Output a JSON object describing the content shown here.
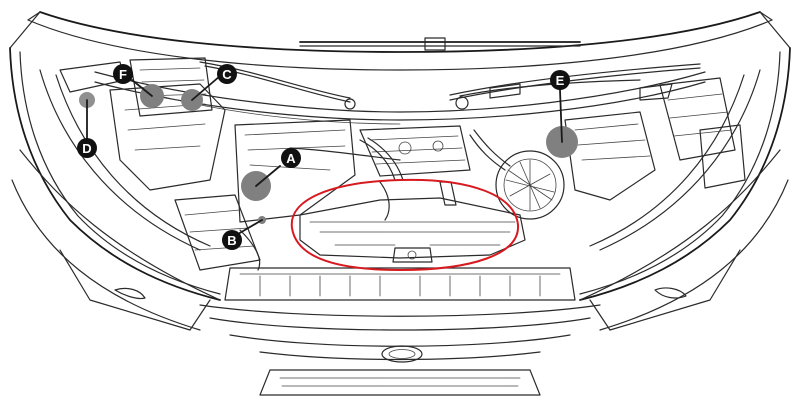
{
  "diagram": {
    "callout_labels": {
      "A": "A",
      "B": "B",
      "C": "C",
      "D": "D",
      "E": "E",
      "F": "F"
    },
    "colors": {
      "line": "#2b2b2b",
      "badge": "#111111",
      "badge_text": "#ffffff",
      "component_fill": "#808080",
      "highlight_outline": "#d71920"
    },
    "highlighted_region": "engine-cover-outline"
  }
}
